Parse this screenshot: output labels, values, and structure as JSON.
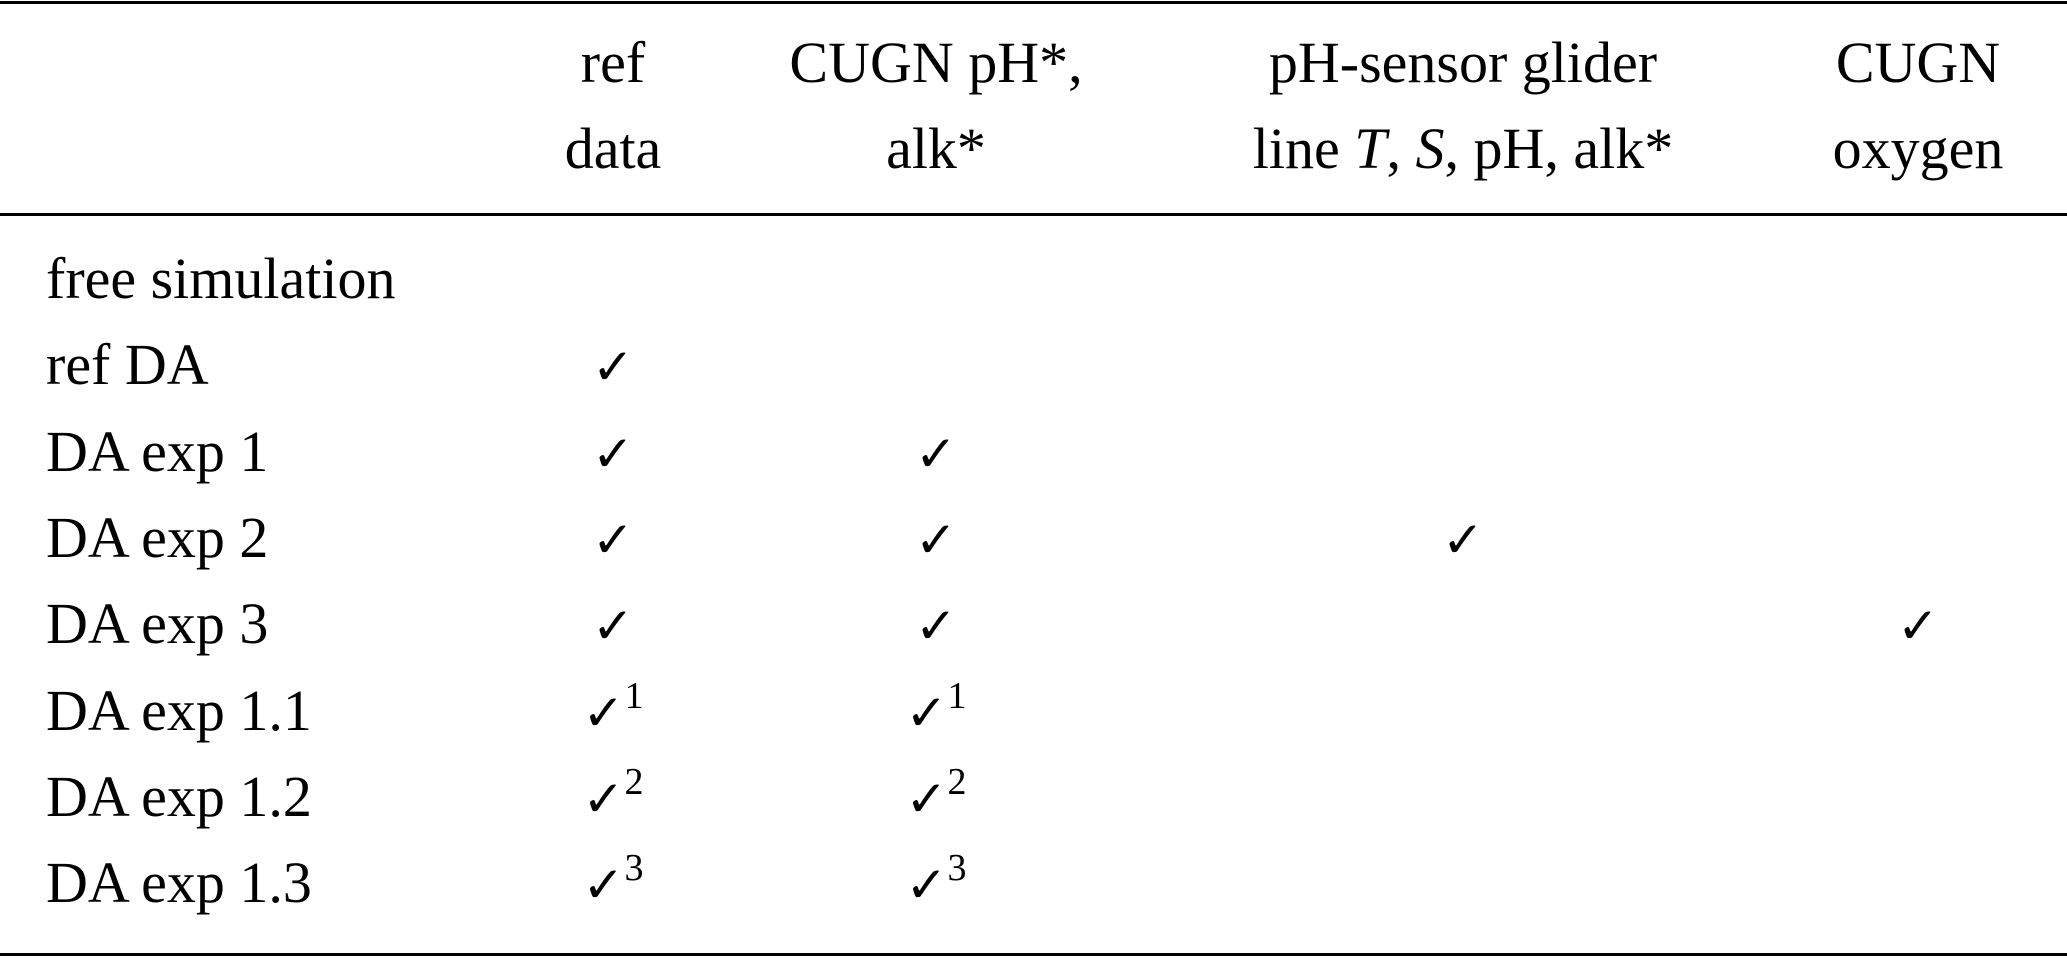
{
  "header": {
    "columns": [
      {
        "line1": "ref",
        "line2": "data"
      },
      {
        "line1": "CUGN pH*,",
        "line2": "alk*"
      },
      {
        "line1": "pH-sensor glider",
        "line2_pre": "line ",
        "line2_T": "T",
        "line2_mid": ", ",
        "line2_S": "S",
        "line2_post": ", pH, alk*"
      },
      {
        "line1": "CUGN",
        "line2": "oxygen"
      }
    ]
  },
  "check_symbol": "✓",
  "rows": [
    {
      "label": "free simulation",
      "cells": [
        "",
        "",
        "",
        ""
      ]
    },
    {
      "label": "ref DA",
      "cells": [
        "✓",
        "",
        "",
        ""
      ]
    },
    {
      "label": "DA exp 1",
      "cells": [
        "✓",
        "✓",
        "",
        ""
      ]
    },
    {
      "label": "DA exp 2",
      "cells": [
        "✓",
        "✓",
        "✓",
        ""
      ]
    },
    {
      "label": "DA exp 3",
      "cells": [
        "✓",
        "✓",
        "",
        "✓"
      ]
    },
    {
      "label": "DA exp 1.1",
      "cells": [
        "✓",
        "✓",
        "",
        ""
      ],
      "sup": "1"
    },
    {
      "label": "DA exp 1.2",
      "cells": [
        "✓",
        "✓",
        "",
        ""
      ],
      "sup": "2"
    },
    {
      "label": "DA exp 1.3",
      "cells": [
        "✓",
        "✓",
        "",
        ""
      ],
      "sup": "3"
    }
  ]
}
